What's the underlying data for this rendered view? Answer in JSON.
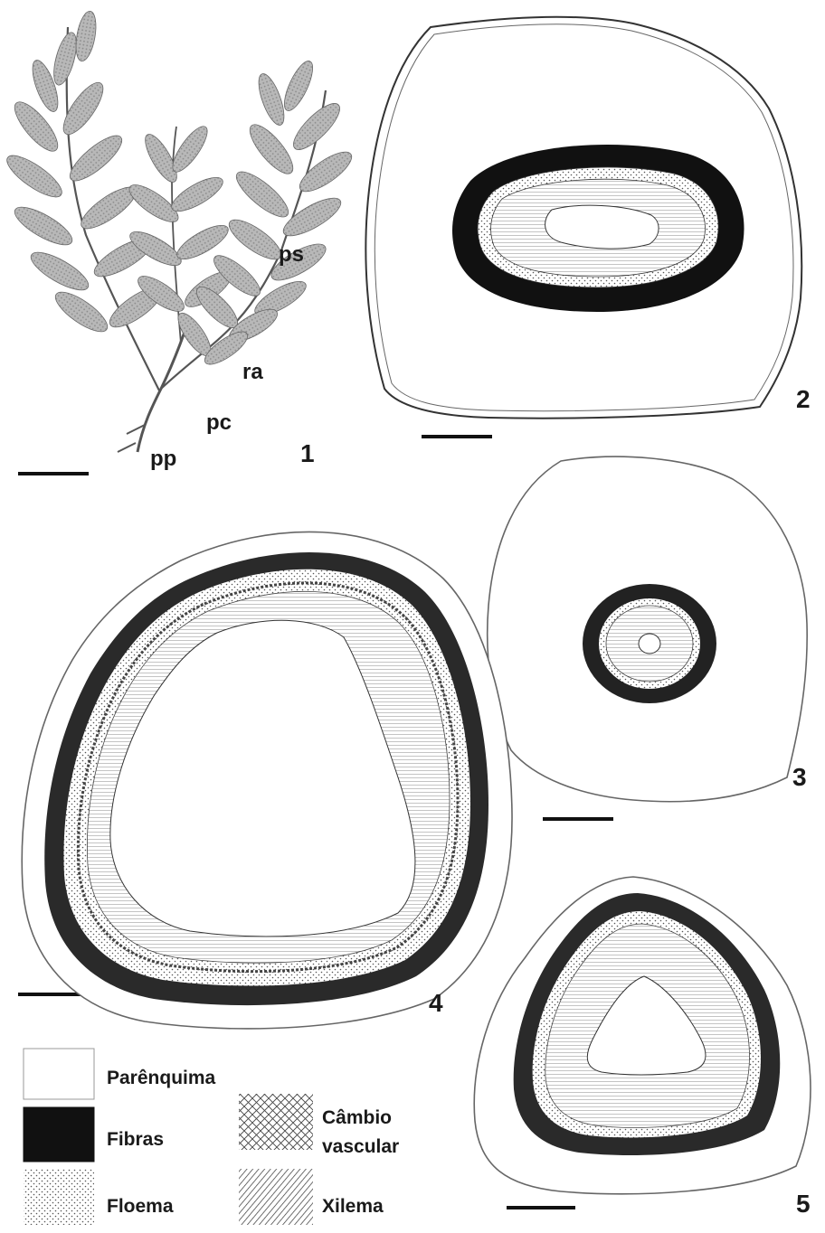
{
  "figure_numbers": {
    "f1": "1",
    "f2": "2",
    "f3": "3",
    "f4": "4",
    "f5": "5"
  },
  "fig1_labels": {
    "pp": "pp",
    "pc": "pc",
    "ra": "ra",
    "ps": "ps"
  },
  "legend": {
    "parenquima": "Parênquima",
    "fibras": "Fibras",
    "floema": "Floema",
    "cambio_line1": "Câmbio",
    "cambio_line2": "vascular",
    "xilema": "Xilema"
  },
  "colors": {
    "ink": "#1a1a1a",
    "fibras": "#111111",
    "paper": "#ffffff",
    "leaf": "#9a9a9a"
  }
}
